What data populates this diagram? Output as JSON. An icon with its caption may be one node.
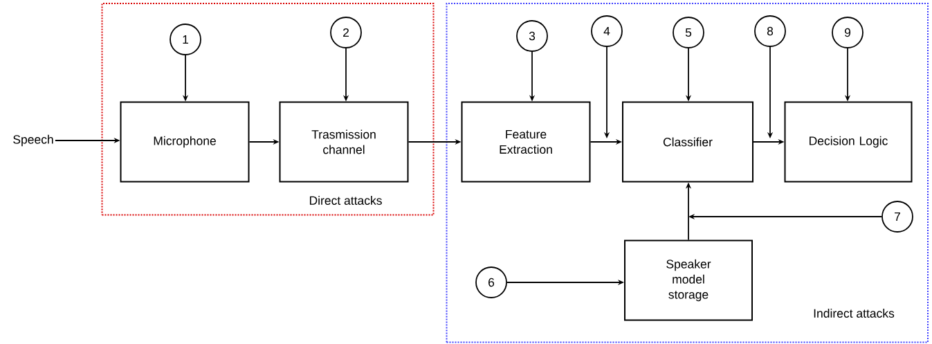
{
  "diagram": {
    "nodes": [
      {
        "text": [
          "Direct attacks"
        ]
      },
      {
        "text": [
          "Indirect attacks"
        ]
      },
      {
        "text": [
          "Speech"
        ]
      },
      {
        "text": [
          "Microphone"
        ],
        "in": 0
      },
      {
        "text": [
          "Trasmission channel"
        ],
        "in": 0
      },
      {
        "text": [
          "1"
        ],
        "in": 0
      },
      {
        "text": [
          "2"
        ],
        "in": 0
      },
      {
        "text": [
          "Feature Extraction"
        ],
        "in": 1
      },
      {
        "text": [
          "Classifier"
        ],
        "in": 1
      },
      {
        "text": [
          "Decision Logic"
        ],
        "in": 1
      },
      {
        "text": [
          "3"
        ],
        "in": 1
      },
      {
        "text": [
          "4"
        ],
        "in": 1
      },
      {
        "text": [
          "5"
        ],
        "in": 1
      },
      {
        "text": [
          "8"
        ],
        "in": 1
      },
      {
        "text": [
          "9"
        ],
        "in": 1
      },
      {
        "text": [
          "7"
        ],
        "in": 1
      },
      {
        "text": [
          "Speaker model storage"
        ],
        "in": 1
      },
      {
        "text": [
          "6"
        ],
        "in": 1
      }
    ],
    "edges": [
      {
        "from": 2,
        "to": 3,
        "arrow": "to"
      },
      {
        "from": 3,
        "to": 4,
        "arrow": "to"
      },
      {
        "from": 4,
        "to": 7,
        "arrow": "to"
      },
      {
        "from": 7,
        "to": 8,
        "arrow": "to"
      },
      {
        "from": 8,
        "to": 9,
        "arrow": "to"
      },
      {
        "from": 5,
        "to": 3,
        "arrow": "to"
      },
      {
        "from": 6,
        "to": 4,
        "arrow": "to"
      },
      {
        "from": 10,
        "to": 7,
        "arrow": "to"
      },
      {
        "from": 11,
        "to": null,
        "arrow": "to"
      },
      {
        "from": 12,
        "to": 8,
        "arrow": "to"
      },
      {
        "from": 13,
        "to": null,
        "arrow": "to"
      },
      {
        "from": 14,
        "to": 9,
        "arrow": "to"
      },
      {
        "from": 15,
        "to": null,
        "arrow": "to"
      },
      {
        "from": 16,
        "to": 8,
        "arrow": "to"
      },
      {
        "from": 17,
        "to": 16,
        "arrow": "to"
      }
    ]
  }
}
